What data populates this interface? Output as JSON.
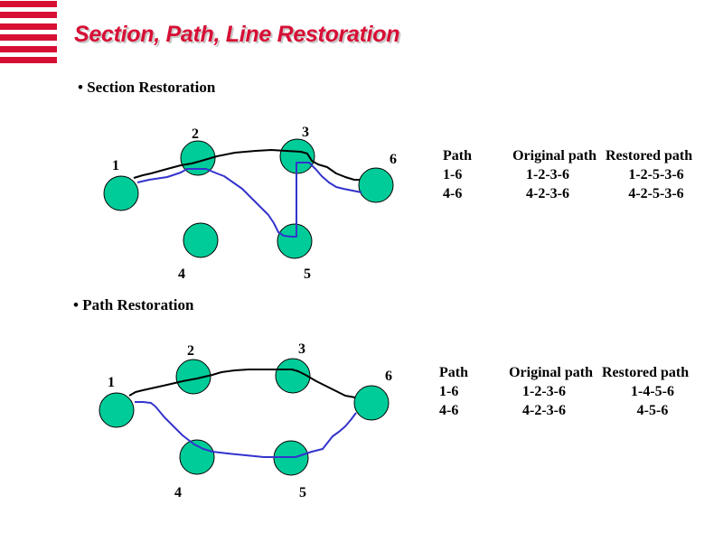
{
  "header": {
    "title": "Section, Path, Line Restoration",
    "accent_color": "#d70f35",
    "stripe_count": 6
  },
  "sections": [
    {
      "bullet": "• Section Restoration",
      "nodes": [
        {
          "id": "1",
          "label": "1"
        },
        {
          "id": "2",
          "label": "2"
        },
        {
          "id": "3",
          "label": "3"
        },
        {
          "id": "4",
          "label": "4"
        },
        {
          "id": "5",
          "label": "5"
        },
        {
          "id": "6",
          "label": "6"
        }
      ],
      "original_route": [
        "1",
        "2",
        "3",
        "6"
      ],
      "restored_route": [
        "1",
        "2",
        "5",
        "3",
        "6"
      ],
      "table": {
        "headers": [
          "Path",
          "Original path",
          "Restored path"
        ],
        "rows": [
          [
            "1-6",
            "1-2-3-6",
            "1-2-5-3-6"
          ],
          [
            "4-6",
            "4-2-3-6",
            "4-2-5-3-6"
          ]
        ]
      }
    },
    {
      "bullet": "• Path Restoration",
      "nodes": [
        {
          "id": "1",
          "label": "1"
        },
        {
          "id": "2",
          "label": "2"
        },
        {
          "id": "3",
          "label": "3"
        },
        {
          "id": "4",
          "label": "4"
        },
        {
          "id": "5",
          "label": "5"
        },
        {
          "id": "6",
          "label": "6"
        }
      ],
      "original_route": [
        "1",
        "2",
        "3",
        "6"
      ],
      "restored_route": [
        "1",
        "4",
        "5",
        "6"
      ],
      "table": {
        "headers": [
          "Path",
          "Original path",
          "Restored path"
        ],
        "rows": [
          [
            "1-6",
            "1-2-3-6",
            "1-4-5-6"
          ],
          [
            "4-6",
            "4-2-3-6",
            "4-5-6"
          ]
        ]
      }
    }
  ],
  "colors": {
    "node_fill": "#00cc99",
    "original_path": "#000000",
    "restored_path": "#3333cc"
  }
}
